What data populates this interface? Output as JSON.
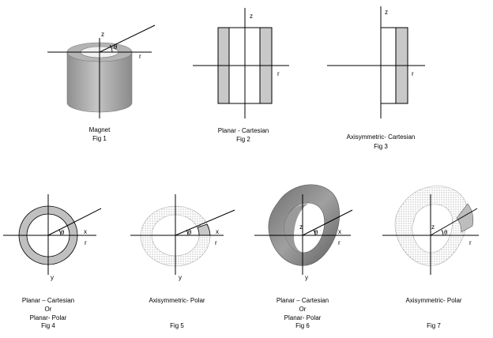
{
  "axis_labels": {
    "z": "z",
    "r": "r",
    "x": "x",
    "y": "y",
    "theta": "θ"
  },
  "figures": [
    {
      "caption": "Magnet",
      "fig": "Fig 1"
    },
    {
      "caption": "Planar - Cartesian",
      "fig": "Fig 2"
    },
    {
      "caption": "Axisymmetric- Cartesian",
      "fig": "Fig 3"
    },
    {
      "caption_lines": [
        "Planar – Cartesian",
        "Or",
        "Planar- Polar"
      ],
      "fig": "Fig 4"
    },
    {
      "caption": "Axisymmetric- Polar",
      "fig": "Fig 5"
    },
    {
      "caption_lines": [
        "Planar – Cartesian",
        "Or",
        "Planar- Polar"
      ],
      "fig": "Fig 6"
    },
    {
      "caption": "Axisymmetric- Polar",
      "fig": "Fig 7"
    }
  ],
  "colors": {
    "magnet_gray": "#a9a9a9",
    "ring_gray": "#c0c0c0",
    "strip_gray": "#c8c8c8",
    "dotted_gray": "#d8d8d8",
    "dark_shell": "#7a7a7a"
  }
}
